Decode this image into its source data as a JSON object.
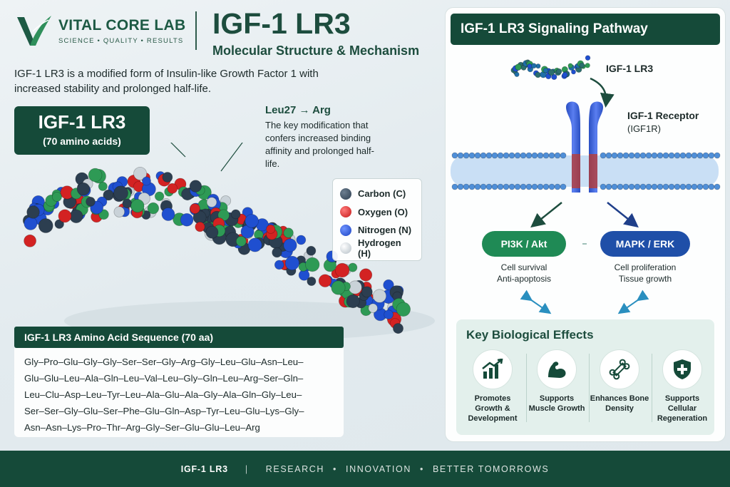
{
  "brand": {
    "name": "VITAL CORE LAB",
    "tagline": "SCIENCE • QUALITY • RESULTS",
    "colors": {
      "primary": "#154a39",
      "accent": "#2f8f5b"
    }
  },
  "header": {
    "title": "IGF-1 LR3",
    "subtitle": "Molecular Structure & Mechanism"
  },
  "intro": "IGF-1 LR3 is a modified form of Insulin-like Growth Factor 1 with increased stability and prolonged half-life.",
  "badge": {
    "title": "IGF-1 LR3",
    "subtitle": "(70 amino acids)"
  },
  "modification": {
    "title": "Leu27 → Arg",
    "description": "The key modification that confers increased binding affinity and prolonged half-life."
  },
  "legend": [
    {
      "label": "Carbon (C)",
      "color": "#2c3e50"
    },
    {
      "label": "Oxygen (O)",
      "color": "#d32222"
    },
    {
      "label": "Nitrogen (N)",
      "color": "#1f4fd0"
    },
    {
      "label": "Hydrogen (H)",
      "color": "#c9d2d8"
    }
  ],
  "sequence": {
    "title": "IGF-1 LR3 Amino Acid Sequence (70 aa)",
    "lines": [
      "Gly–Pro–Glu–Gly–Gly–Ser–Ser–Gly–Arg–Gly–Leu–Glu–Asn–Leu–",
      "Glu–Glu–Leu–Ala–Gln–Leu–Val–Leu–Gly–Gln–Leu–Arg–Ser–Gln–",
      "Leu–Clu–Asp–Leu–Tyr–Leu–Ala–Glu–Ala–Gly–Ala–Gln–Gly–Leu–",
      "Ser–Ser–Gly–Glu–Ser–Phe–Glu–Gln–Asp–Tyr–Leu–Glu–Lys–Gly–",
      "Asn–Asn–Lys–Pro–Thr–Arg–Gly–Ser–Glu–Glu–Leu–Arg"
    ]
  },
  "pathway": {
    "title": "IGF-1 LR3 Signaling Pathway",
    "ligand": "IGF-1 LR3",
    "receptor": "IGF-1 Receptor",
    "receptor_abbr": "(IGF1R)",
    "branches": [
      {
        "name": "PI3K / Akt",
        "color": "#1f8a55",
        "effects": [
          "Cell survival",
          "Anti-apoptosis"
        ]
      },
      {
        "name": "MAPK / ERK",
        "color": "#1f4fa8",
        "effects": [
          "Cell proliferation",
          "Tissue growth"
        ]
      }
    ]
  },
  "effects": {
    "title": "Key Biological Effects",
    "items": [
      {
        "icon": "growth-chart-icon",
        "label": "Promotes Growth & Development"
      },
      {
        "icon": "muscle-icon",
        "label": "Supports Muscle Growth"
      },
      {
        "icon": "bone-icon",
        "label": "Enhances Bone Density"
      },
      {
        "icon": "shield-plus-icon",
        "label": "Supports Cellular Regeneration"
      }
    ]
  },
  "footer": {
    "product": "IGF-1 LR3",
    "separator": "|",
    "dot": "•",
    "words": [
      "RESEARCH",
      "INNOVATION",
      "BETTER TOMORROWS"
    ]
  }
}
